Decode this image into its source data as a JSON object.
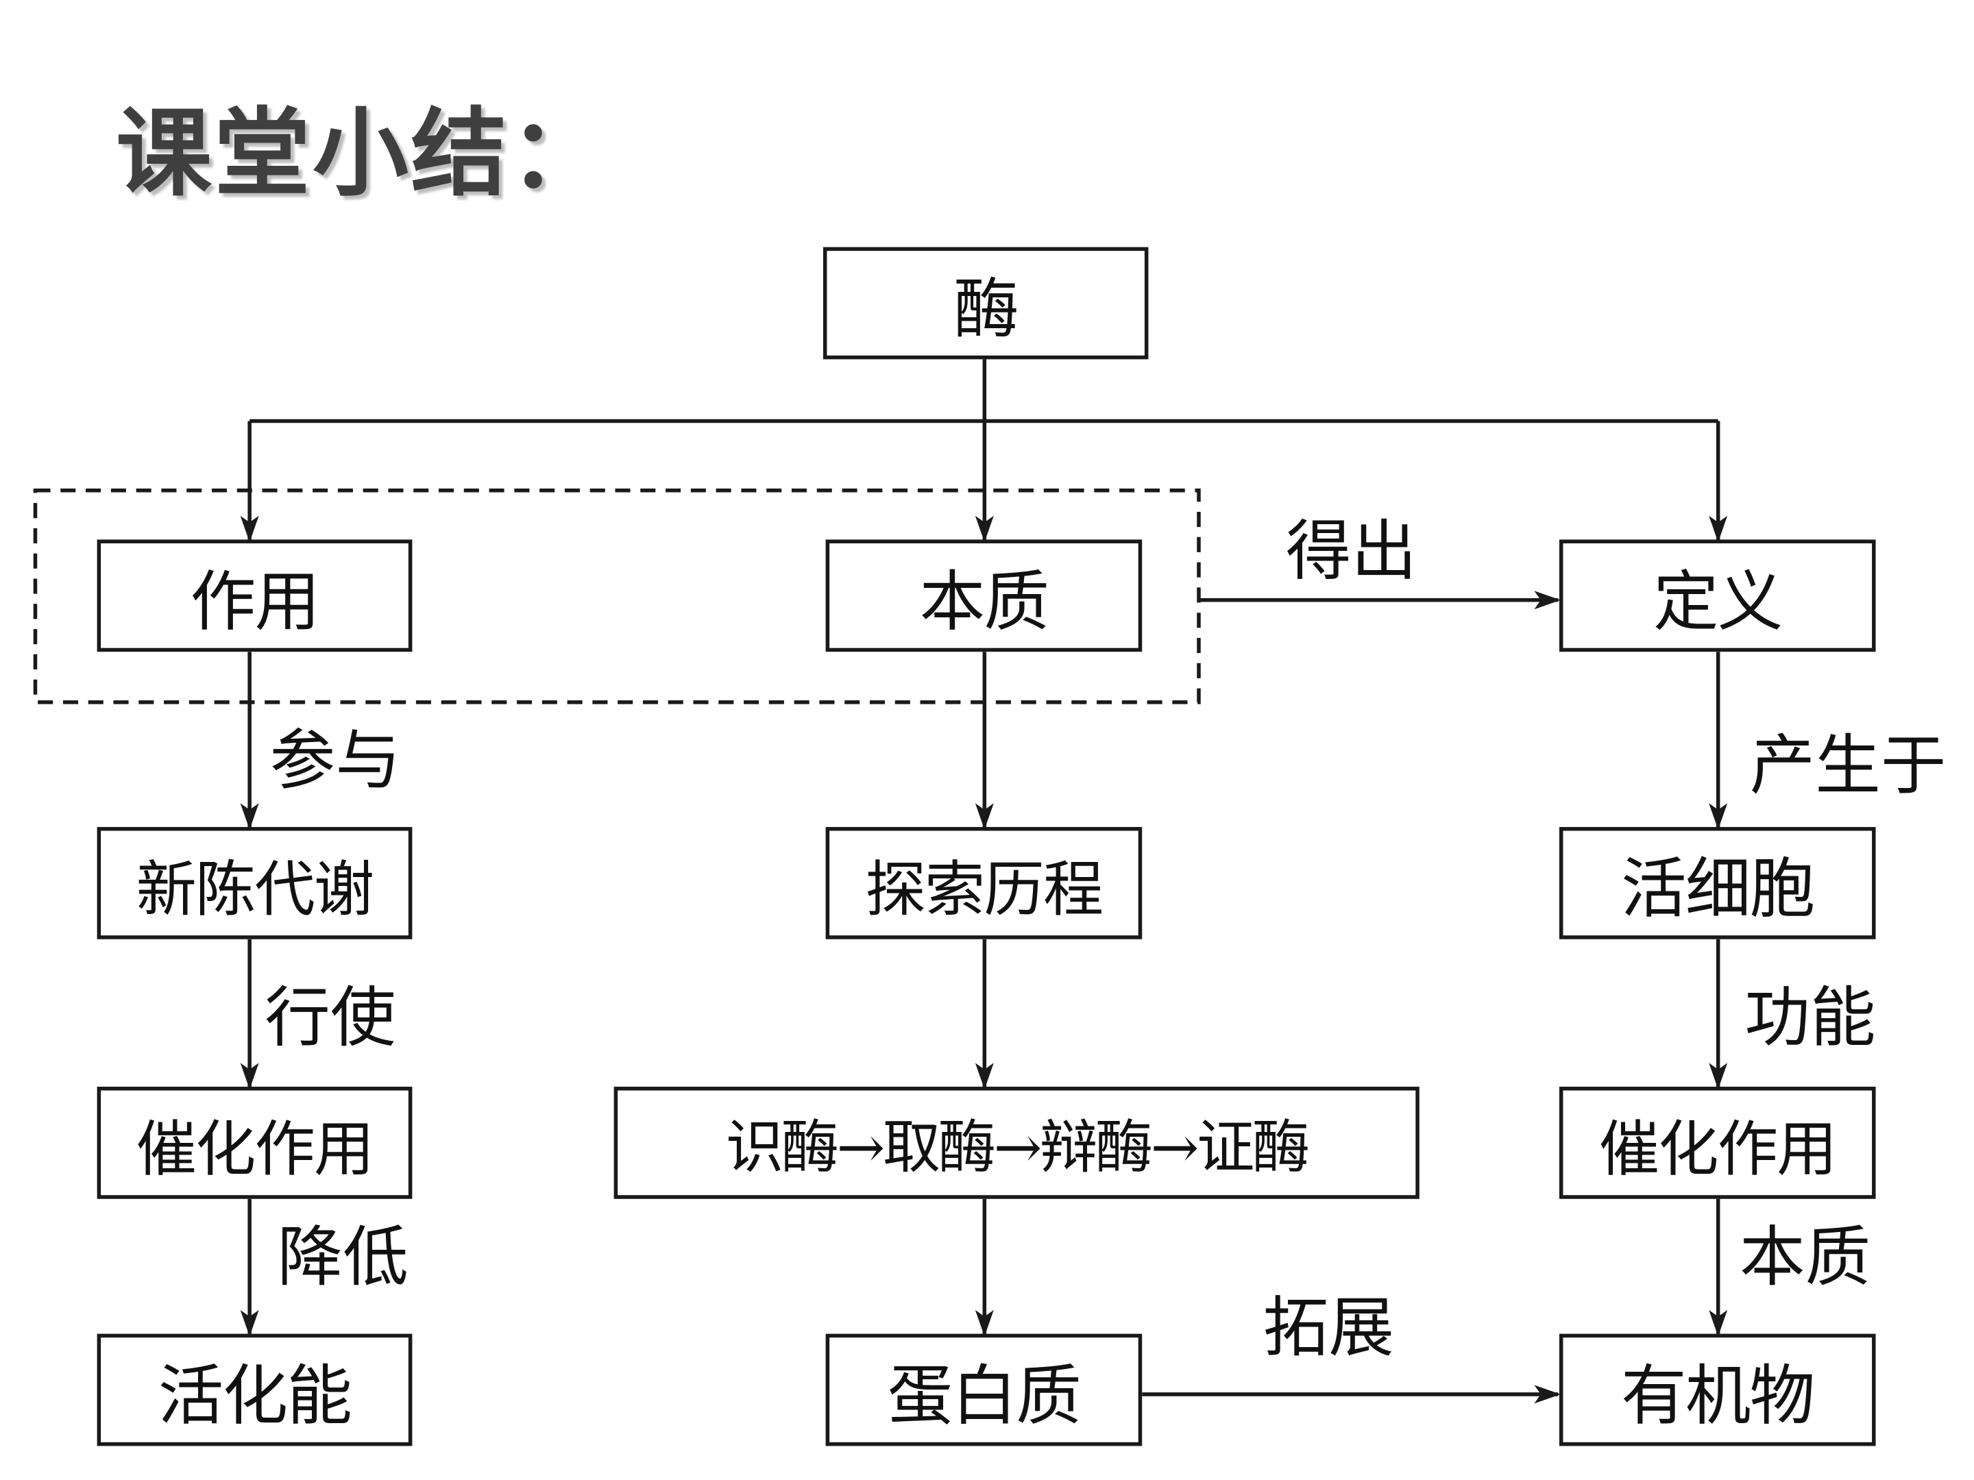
{
  "title": "课堂小结：",
  "nodes": {
    "root": "酶",
    "zuoyong": "作用",
    "benzhi": "本质",
    "dingyi": "定义",
    "xinchen": "新陈代谢",
    "tansuo": "探索历程",
    "huoxibao": "活细胞",
    "cuihua_left": "催化作用",
    "chain": "识酶→取酶→辩酶→证酶",
    "cuihua_right": "催化作用",
    "huohuaneng": "活化能",
    "danbaizhi": "蛋白质",
    "youjiwu": "有机物"
  },
  "edge_labels": {
    "dechu": "得出",
    "canyu": "参与",
    "chanshengyu": "产生于",
    "xingshi": "行使",
    "gongneng": "功能",
    "jiangdi": "降低",
    "benzhi": "本质",
    "tuozhan": "拓展"
  }
}
